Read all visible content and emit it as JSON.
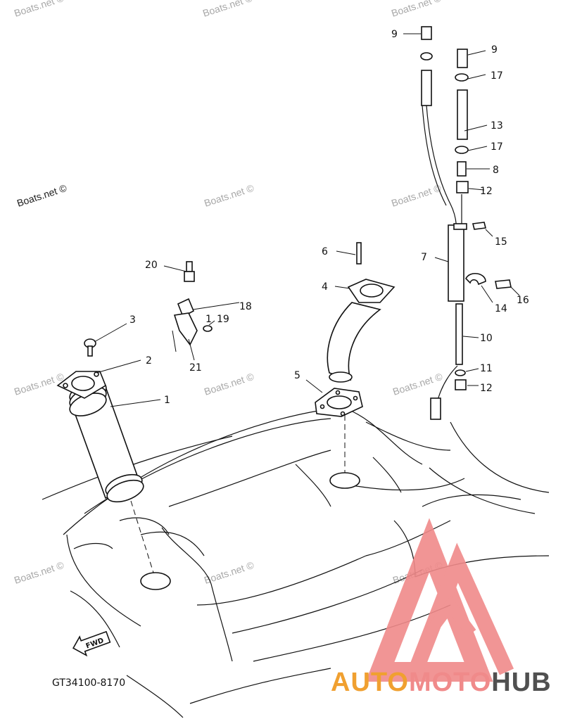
{
  "watermark": "Boats.net ©",
  "drawing_code": "GT34100-8170",
  "fwd_label": "FWD",
  "callouts": [
    "1",
    "2",
    "3",
    "4",
    "5",
    "6",
    "7",
    "8",
    "9",
    "9",
    "10",
    "11",
    "12",
    "12",
    "13",
    "14",
    "15",
    "16",
    "17",
    "17",
    "18",
    "19",
    "1",
    "20",
    "21"
  ],
  "logo": {
    "name_part1": "AUTO",
    "name_part2": "MOTO",
    "name_part3": "HUB",
    "colors": {
      "triangle": "#f08a8a",
      "accent": "#f0a030",
      "dark": "#505050"
    }
  }
}
